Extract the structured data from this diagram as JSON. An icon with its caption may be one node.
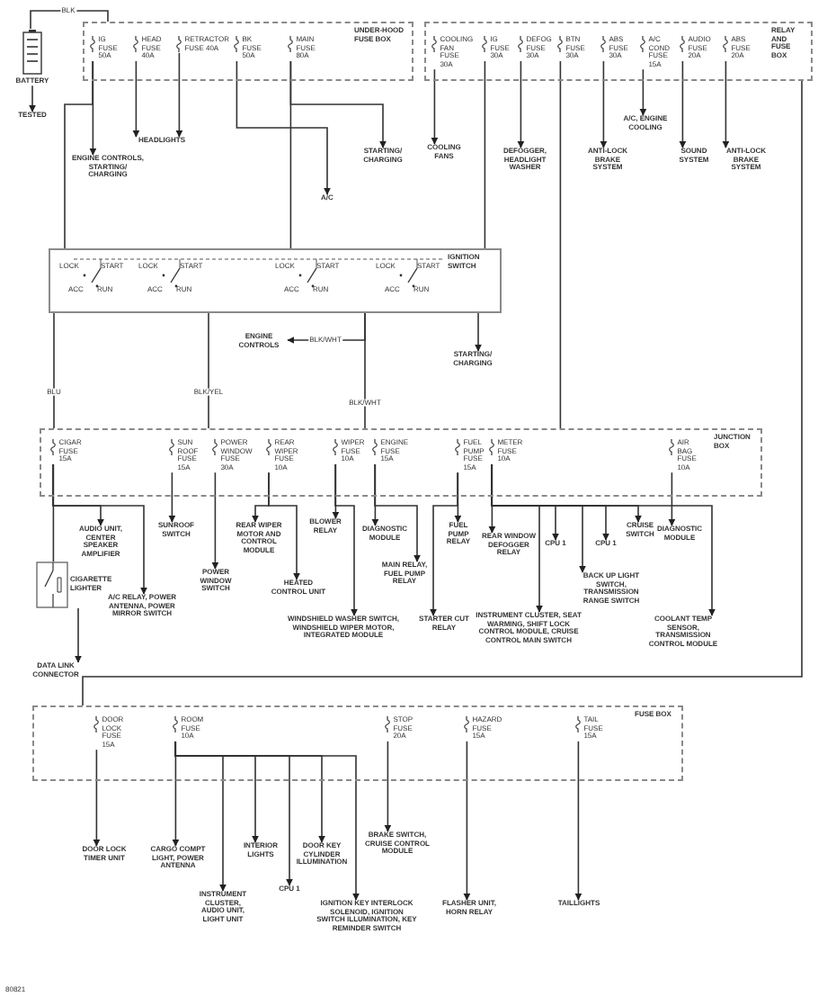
{
  "diagram": {
    "nodes": [
      {
        "text": [
          "UNDER-HOOD FUSE BOX"
        ]
      },
      {
        "text": [
          "IG FUSE 50A"
        ],
        "in": 0
      },
      {
        "text": [
          "HEAD FUSE 40A"
        ],
        "in": 0
      },
      {
        "text": [
          "RETRACTOR FUSE 40A"
        ],
        "in": 0
      },
      {
        "text": [
          "BK FUSE 50A"
        ],
        "in": 0
      },
      {
        "text": [
          "MAIN FUSE 80A"
        ],
        "in": 0
      },
      {
        "text": [
          "BATTERY"
        ]
      },
      {
        "text": [
          "TESTED"
        ]
      },
      {
        "text": [
          "ENGINE CONTROLS, STARTING/ CHARGING"
        ]
      },
      {
        "text": [
          "HEADLIGHTS"
        ]
      },
      {
        "text": [
          "STARTING/ CHARGING"
        ]
      },
      {
        "text": [
          "RELAY AND FUSE BOX"
        ]
      },
      {
        "text": [
          "COOLING FAN FUSE 30A"
        ],
        "in": 11
      },
      {
        "text": [
          "IG FUSE 30A"
        ],
        "in": 11
      },
      {
        "text": [
          "DEFOG FUSE 30A"
        ],
        "in": 11
      },
      {
        "text": [
          "BTN FUSE 30A"
        ],
        "in": 11
      },
      {
        "text": [
          "ABS FUSE 30A"
        ],
        "in": 11
      },
      {
        "text": [
          "A/C COND FUSE 15A"
        ],
        "in": 11
      },
      {
        "text": [
          "AUDIO FUSE 20A"
        ],
        "in": 11
      },
      {
        "text": [
          "ABS FUSE 20A"
        ],
        "in": 11
      },
      {
        "text": [
          "COOLING FANS"
        ]
      },
      {
        "text": [
          "DEFOGGER, HEADLIGHT WASHER"
        ]
      },
      {
        "text": [
          "ANTI-LOCK BRAKE SYSTEM"
        ]
      },
      {
        "text": [
          "A/C, ENGINE COOLING"
        ]
      },
      {
        "text": [
          "SOUND SYSTEM"
        ]
      },
      {
        "text": [
          "ANTI-LOCK BRAKE SYSTEM"
        ]
      },
      {
        "text": [
          "A/C"
        ]
      },
      {
        "text": [
          "IGNITION SWITCH"
        ]
      },
      {
        "text": [
          "ENGINE CONTROLS"
        ]
      },
      {
        "text": [
          "STARTING/ CHARGING"
        ]
      },
      {
        "text": [
          "JUNCTION BOX"
        ]
      },
      {
        "text": [
          "CIGAR FUSE 15A"
        ],
        "in": 30
      },
      {
        "text": [
          "SUN ROOF FUSE 15A"
        ],
        "in": 30
      },
      {
        "text": [
          "POWER WINDOW FUSE 30A"
        ],
        "in": 30
      },
      {
        "text": [
          "REAR WIPER FUSE 10A"
        ],
        "in": 30
      },
      {
        "text": [
          "WIPER FUSE 10A"
        ],
        "in": 30
      },
      {
        "text": [
          "ENGINE FUSE 15A"
        ],
        "in": 30
      },
      {
        "text": [
          "FUEL PUMP FUSE 15A"
        ],
        "in": 30
      },
      {
        "text": [
          "METER FUSE 10A"
        ],
        "in": 30
      },
      {
        "text": [
          "AIR BAG FUSE 10A"
        ],
        "in": 30
      },
      {
        "text": [
          "AUDIO UNIT, CENTER SPEAKER AMPLIFIER"
        ]
      },
      {
        "text": [
          "CIGARETTE LIGHTER"
        ]
      },
      {
        "text": [
          "DATA LINK CONNECTOR"
        ]
      },
      {
        "text": [
          "A/C RELAY, POWER ANTENNA, POWER MIRROR SWITCH"
        ]
      },
      {
        "text": [
          "SUNROOF SWITCH"
        ]
      },
      {
        "text": [
          "POWER WINDOW SWITCH"
        ]
      },
      {
        "text": [
          "REAR WIPER MOTOR AND CONTROL MODULE"
        ]
      },
      {
        "text": [
          "HEATED CONTROL UNIT"
        ]
      },
      {
        "text": [
          "BLOWER RELAY"
        ]
      },
      {
        "text": [
          "WINDSHIELD WASHER SWITCH, WINDSHIELD WIPER MOTOR, INTEGRATED MODULE"
        ]
      },
      {
        "text": [
          "DIAGNOSTIC MODULE"
        ]
      },
      {
        "text": [
          "MAIN RELAY, FUEL PUMP RELAY"
        ]
      },
      {
        "text": [
          "FUEL PUMP RELAY"
        ]
      },
      {
        "text": [
          "STARTER CUT RELAY"
        ]
      },
      {
        "text": [
          "REAR WINDOW DEFOGGER RELAY"
        ]
      },
      {
        "text": [
          "INSTRUMENT CLUSTER, SEAT WARMING, SHIFT LOCK CONTROL MODULE, CRUISE CONTROL MAIN SWITCH"
        ]
      },
      {
        "text": [
          "CPU 1"
        ]
      },
      {
        "text": [
          "BACK UP LIGHT SWITCH, TRANSMISSION RANGE SWITCH"
        ]
      },
      {
        "text": [
          "CPU 1"
        ]
      },
      {
        "text": [
          "CRUISE SWITCH"
        ]
      },
      {
        "text": [
          "COOLANT TEMP SENSOR, TRANSMISSION CONTROL MODULE"
        ]
      },
      {
        "text": [
          "DIAGNOSTIC MODULE"
        ]
      },
      {
        "text": [
          "FUSE BOX"
        ]
      },
      {
        "text": [
          "DOOR LOCK FUSE 15A"
        ],
        "in": 62
      },
      {
        "text": [
          "ROOM FUSE 10A"
        ],
        "in": 62
      },
      {
        "text": [
          "STOP FUSE 20A"
        ],
        "in": 62
      },
      {
        "text": [
          "HAZARD FUSE 15A"
        ],
        "in": 62
      },
      {
        "text": [
          "TAIL FUSE 15A"
        ],
        "in": 62
      },
      {
        "text": [
          "DOOR LOCK TIMER UNIT"
        ]
      },
      {
        "text": [
          "CARGO COMPT LIGHT, POWER ANTENNA"
        ]
      },
      {
        "text": [
          "INSTRUMENT CLUSTER, AUDIO UNIT, LIGHT UNIT"
        ]
      },
      {
        "text": [
          "INTERIOR LIGHTS"
        ]
      },
      {
        "text": [
          "CPU 1"
        ]
      },
      {
        "text": [
          "DOOR KEY CYLINDER ILLUMINATION"
        ]
      },
      {
        "text": [
          "IGNITION KEY INTERLOCK SOLENOID, IGNITION SWITCH ILLUMINATION, KEY REMINDER SWITCH"
        ]
      },
      {
        "text": [
          "BRAKE SWITCH, CRUISE CONTROL MODULE"
        ]
      },
      {
        "text": [
          "FLASHER UNIT, HORN RELAY"
        ]
      },
      {
        "text": [
          "TAILLIGHTS"
        ]
      }
    ],
    "edges": [
      {
        "from": 6,
        "to": 0,
        "arrow": "none",
        "label": "BLK"
      },
      {
        "from": 6,
        "to": 7,
        "arrow": "to"
      },
      {
        "from": 1,
        "to": 8,
        "arrow": "to"
      },
      {
        "from": 2,
        "to": 9,
        "arrow": "to"
      },
      {
        "from": 3,
        "to": 9,
        "arrow": "to"
      },
      {
        "from": 5,
        "to": 10,
        "arrow": "to"
      },
      {
        "from": 4,
        "to": 26,
        "arrow": "to"
      },
      {
        "from": 12,
        "to": 20,
        "arrow": "to"
      },
      {
        "from": 14,
        "to": 21,
        "arrow": "to"
      },
      {
        "from": 16,
        "to": 22,
        "arrow": "to"
      },
      {
        "from": 17,
        "to": 23,
        "arrow": "to"
      },
      {
        "from": 18,
        "to": 24,
        "arrow": "to"
      },
      {
        "from": 19,
        "to": 25,
        "arrow": "to"
      },
      {
        "from": 1,
        "to": 27,
        "arrow": "none"
      },
      {
        "from": 5,
        "to": 27,
        "arrow": "none"
      },
      {
        "from": 27,
        "to": 28,
        "arrow": "to",
        "label": "BLK/WHT"
      },
      {
        "from": 27,
        "to": 29,
        "arrow": "to"
      },
      {
        "from": 27,
        "to": 30,
        "arrow": "none",
        "label": "BLU"
      },
      {
        "from": 27,
        "to": 30,
        "arrow": "none",
        "label": "BLK/YEL"
      },
      {
        "from": 27,
        "to": 30,
        "arrow": "none",
        "label": "BLK/WHT"
      },
      {
        "from": 31,
        "to": 40,
        "arrow": "to"
      },
      {
        "from": 31,
        "to": 41,
        "arrow": "none"
      },
      {
        "from": 41,
        "to": 42,
        "arrow": "to"
      },
      {
        "from": 31,
        "to": 43,
        "arrow": "to"
      },
      {
        "from": 32,
        "to": 44,
        "arrow": "to"
      },
      {
        "from": 33,
        "to": 45,
        "arrow": "to"
      },
      {
        "from": 34,
        "to": 46,
        "arrow": "to"
      },
      {
        "from": 34,
        "to": 47,
        "arrow": "to"
      },
      {
        "from": 35,
        "to": 48,
        "arrow": "to"
      },
      {
        "from": 35,
        "to": 49,
        "arrow": "to"
      },
      {
        "from": 36,
        "to": 50,
        "arrow": "to"
      },
      {
        "from": 36,
        "to": 51,
        "arrow": "to"
      },
      {
        "from": 37,
        "to": 52,
        "arrow": "to"
      },
      {
        "from": 37,
        "to": 53,
        "arrow": "to"
      },
      {
        "from": 38,
        "to": 54,
        "arrow": "to"
      },
      {
        "from": 38,
        "to": 55,
        "arrow": "to"
      },
      {
        "from": 38,
        "to": 56,
        "arrow": "to"
      },
      {
        "from": 38,
        "to": 57,
        "arrow": "to"
      },
      {
        "from": 38,
        "to": 58,
        "arrow": "to"
      },
      {
        "from": 38,
        "to": 59,
        "arrow": "to"
      },
      {
        "from": 38,
        "to": 60,
        "arrow": "to"
      },
      {
        "from": 39,
        "to": 61,
        "arrow": "to"
      },
      {
        "from": 11,
        "to": 62,
        "arrow": "none"
      },
      {
        "from": 63,
        "to": 68,
        "arrow": "to"
      },
      {
        "from": 64,
        "to": 69,
        "arrow": "to"
      },
      {
        "from": 64,
        "to": 70,
        "arrow": "to"
      },
      {
        "from": 64,
        "to": 71,
        "arrow": "to"
      },
      {
        "from": 64,
        "to": 72,
        "arrow": "to"
      },
      {
        "from": 64,
        "to": 73,
        "arrow": "to"
      },
      {
        "from": 64,
        "to": 74,
        "arrow": "to"
      },
      {
        "from": 65,
        "to": 75,
        "arrow": "to"
      },
      {
        "from": 66,
        "to": 76,
        "arrow": "to"
      },
      {
        "from": 67,
        "to": 77,
        "arrow": "to"
      },
      {
        "from": 13,
        "to": 27,
        "arrow": "none"
      },
      {
        "from": 15,
        "to": 30,
        "arrow": "none"
      }
    ],
    "labels": [
      "LOCK",
      "START",
      "ACC",
      "RUN",
      "LOCK",
      "START",
      "ACC",
      "RUN",
      "LOCK",
      "START",
      "ACC",
      "RUN",
      "LOCK",
      "START",
      "ACC",
      "RUN",
      "80821"
    ]
  }
}
